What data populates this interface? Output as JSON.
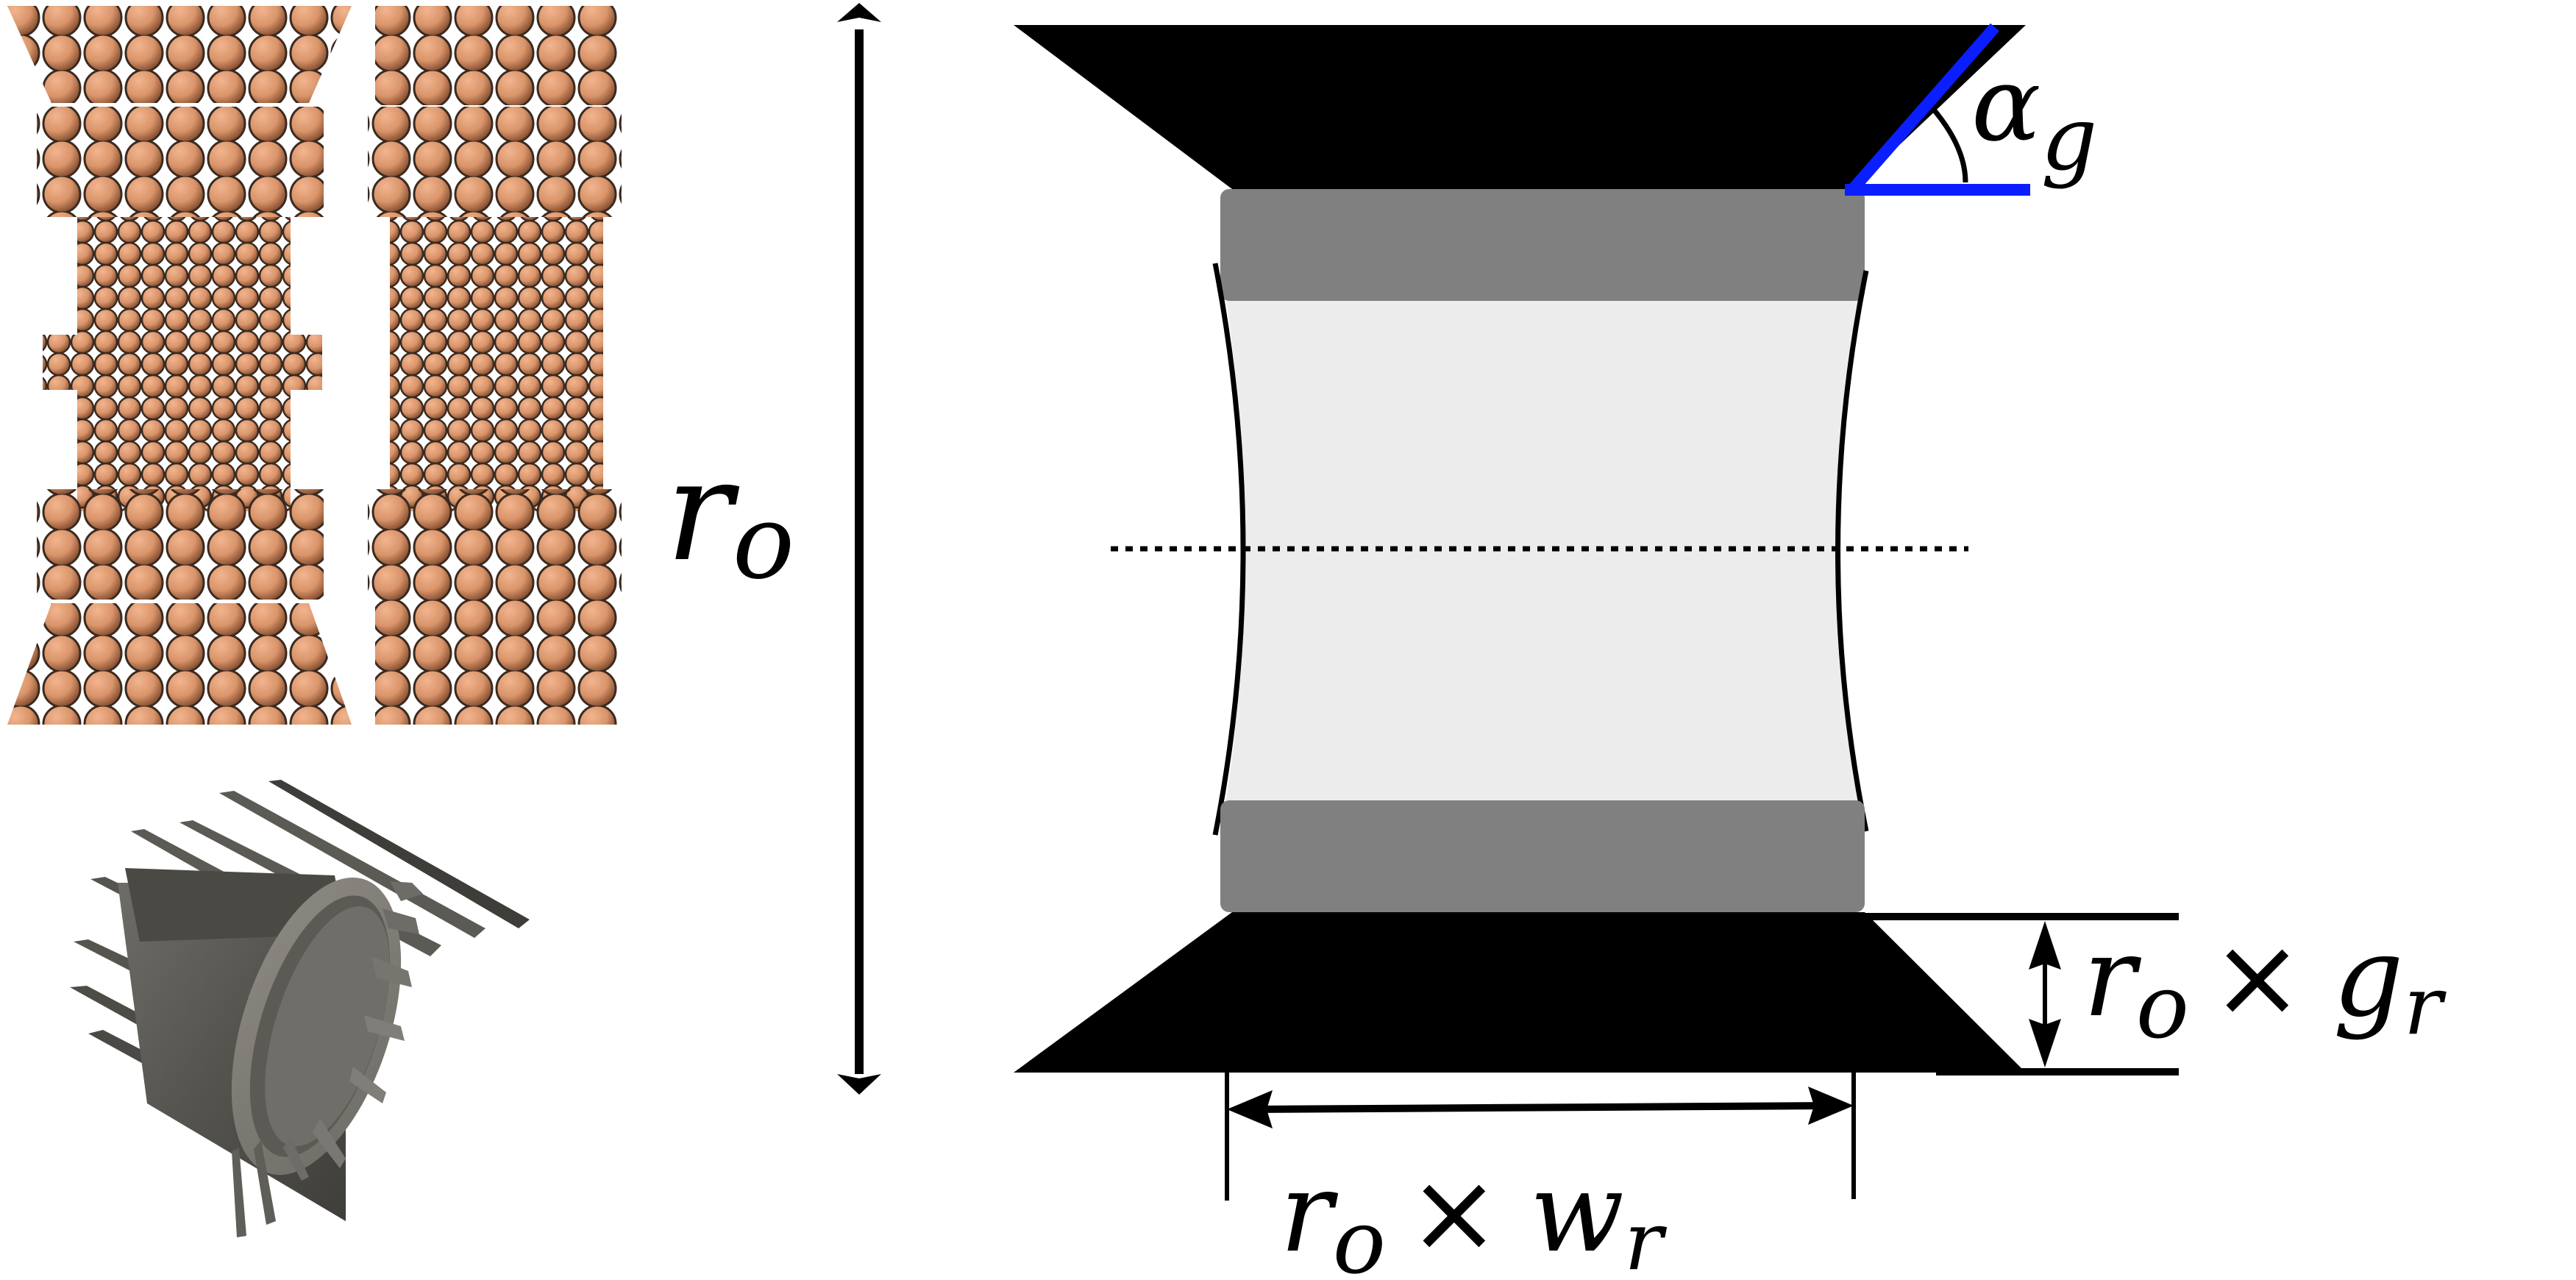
{
  "figure": {
    "panels": [
      {
        "id": "atomistic-models",
        "description": "Two atomistic copper-colored nanowire/spool models (side views)"
      },
      {
        "id": "cad-render",
        "description": "3D rendering of a finned cylindrical spool / heat-sink-like structure"
      },
      {
        "id": "schematic",
        "description": "Cross-section schematic of spool geometry with parameters"
      }
    ],
    "colors": {
      "atom": "#D9946A",
      "atom_edge": "#3a2a20",
      "cap": "#000000",
      "band": "#808080",
      "core": "#ECECEC",
      "angle_lines": "#0A1EFF",
      "render_metal": "#5a5852"
    },
    "labels": {
      "height": {
        "base": "r",
        "sub": "o"
      },
      "angle": {
        "base": "α",
        "sub": "g"
      },
      "gap": {
        "base": "r",
        "sub": "o",
        "op": "×",
        "base2": "g",
        "sub2": "r"
      },
      "width": {
        "base": "r",
        "sub": "o",
        "op": "×",
        "base2": "w",
        "sub2": "r"
      }
    }
  }
}
